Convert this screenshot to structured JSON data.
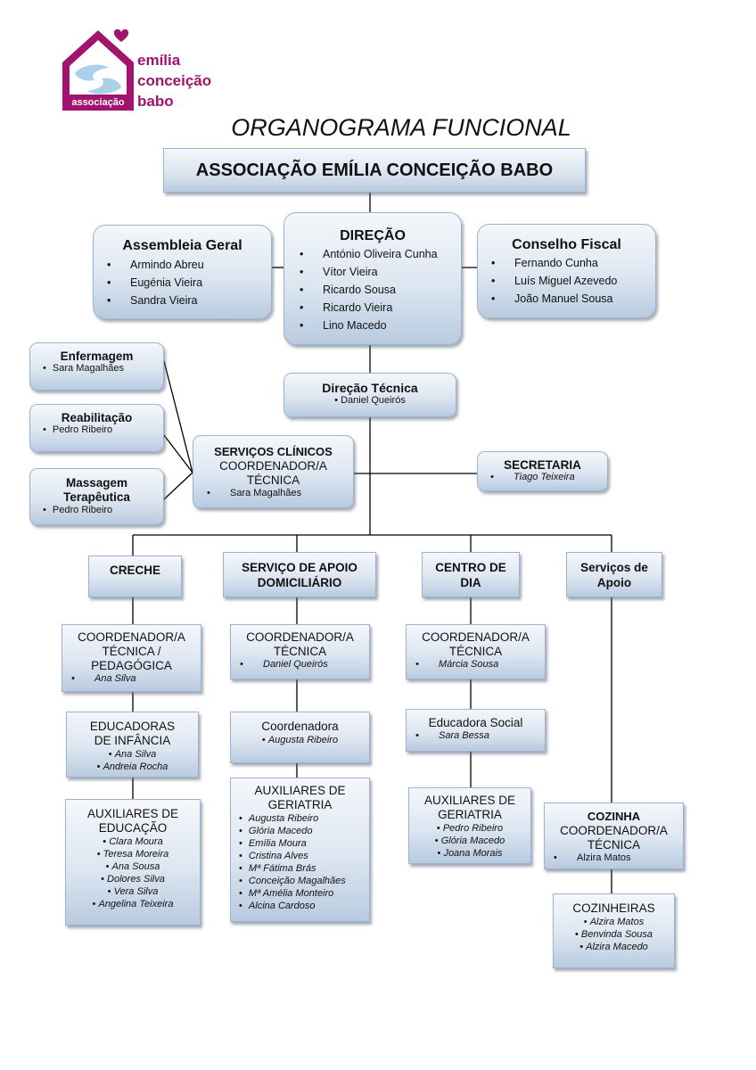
{
  "logo": {
    "line1": "emília",
    "line2": "conceição",
    "line3": "babo",
    "banner": "associação",
    "brand_color": "#a0146e",
    "hands_color": "#a9d1ea"
  },
  "page_title": "ORGANOGRAMA FUNCIONAL",
  "root": {
    "label": "ASSOCIAÇÃO EMÍLIA CONCEIÇÃO BABO"
  },
  "assembleia": {
    "title": "Assembleia Geral",
    "members": [
      "Armindo Abreu",
      "Eugénia Vieira",
      "Sandra Vieira"
    ]
  },
  "direcao": {
    "title": "DIREÇÃO",
    "members": [
      "António Oliveira Cunha",
      "Vítor Vieira",
      "Ricardo Sousa",
      "Ricardo Vieira",
      "Lino Macedo"
    ]
  },
  "conselho": {
    "title": "Conselho Fiscal",
    "members": [
      "Fernando Cunha",
      "Luís Miguel Azevedo",
      "João Manuel Sousa"
    ]
  },
  "direcao_tecnica": {
    "title": "Direção Técnica",
    "members": [
      "Daniel Queirós"
    ]
  },
  "enfermagem": {
    "title": "Enfermagem",
    "members": [
      "Sara Magalhães"
    ]
  },
  "reabilitacao": {
    "title": "Reabilitação",
    "members": [
      "Pedro Ribeiro"
    ]
  },
  "massagem": {
    "title_line1": "Massagem",
    "title_line2": "Terapêutica",
    "members": [
      "Pedro Ribeiro"
    ]
  },
  "servicos_clinicos": {
    "title": "SERVIÇOS CLÍNICOS",
    "role_line1": "COORDENADOR/A",
    "role_line2": "TÉCNICA",
    "members": [
      "Sara Magalhães"
    ]
  },
  "secretaria": {
    "title": "SECRETARIA",
    "members": [
      "Tiago Teixeira"
    ]
  },
  "departments": {
    "creche": {
      "title": "CRECHE",
      "coord": {
        "line1": "COORDENADOR/A",
        "line2": "TÉCNICA /",
        "line3": "PEDAGÓGICA",
        "members": [
          "Ana Silva"
        ]
      },
      "educadoras": {
        "line1": "EDUCADORAS",
        "line2": "DE INFÂNCIA",
        "members": [
          "Ana Silva",
          "Andreia Rocha"
        ]
      },
      "auxiliares": {
        "line1": "AUXILIARES DE",
        "line2": "EDUCAÇÃO",
        "members": [
          "Clara Moura",
          "Teresa Moreira",
          "Ana Sousa",
          "Dolores Silva",
          "Vera Silva",
          "Angelina Teixeira"
        ]
      }
    },
    "sad": {
      "title_line1": "SERVIÇO DE APOIO",
      "title_line2": "DOMICILIÁRIO",
      "coord": {
        "line1": "COORDENADOR/A",
        "line2": "TÉCNICA",
        "members": [
          "Daniel Queirós"
        ]
      },
      "coordenadora": {
        "title": "Coordenadora",
        "members": [
          "Augusta Ribeiro"
        ]
      },
      "auxiliares": {
        "line1": "AUXILIARES DE",
        "line2": "GERIATRIA",
        "members": [
          "Augusta Ribeiro",
          "Glória Macedo",
          "Emília Moura",
          "Cristina Alves",
          "Mª Fátima Brás",
          "Conceição Magalhães",
          "Mª Amélia Monteiro",
          "Alcina Cardoso"
        ]
      }
    },
    "centro_dia": {
      "title_line1": "CENTRO DE",
      "title_line2": "DIA",
      "coord": {
        "line1": "COORDENADOR/A",
        "line2": "TÉCNICA",
        "members": [
          "Márcia Sousa"
        ]
      },
      "educadora": {
        "title": "Educadora Social",
        "members": [
          "Sara Bessa"
        ]
      },
      "auxiliares": {
        "line1": "AUXILIARES DE",
        "line2": "GERIATRIA",
        "members": [
          "Pedro Ribeiro",
          "Glória Macedo",
          "Joana Morais"
        ]
      }
    },
    "servicos_apoio": {
      "title_line1": "Serviços de",
      "title_line2": "Apoio",
      "cozinha": {
        "title": "COZINHA",
        "line1": "COORDENADOR/A",
        "line2": "TÉCNICA",
        "members": [
          "Alzira Matos"
        ]
      },
      "cozinheiras": {
        "title": "COZINHEIRAS",
        "members": [
          "Alzira Matos",
          "Benvinda Sousa",
          "Alzira Macedo"
        ]
      }
    }
  }
}
